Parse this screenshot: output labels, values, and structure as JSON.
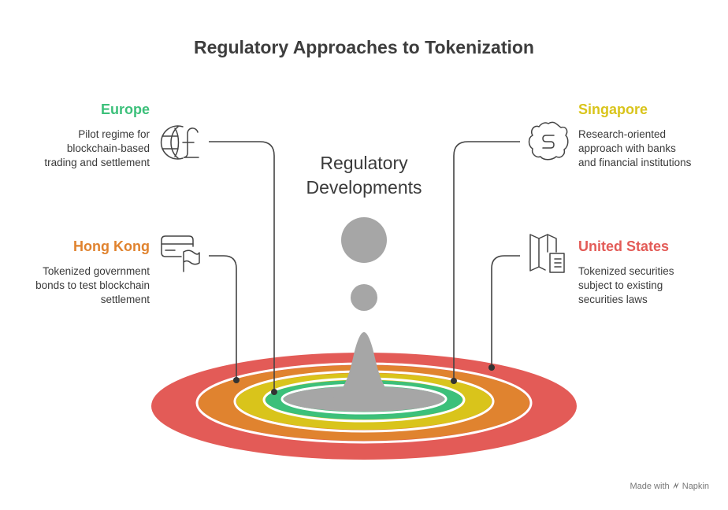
{
  "title": "Regulatory Approaches to Tokenization",
  "center": {
    "line1": "Regulatory",
    "line2": "Developments"
  },
  "regions": {
    "europe": {
      "name": "Europe",
      "color": "#3cc07a",
      "desc": [
        "Pilot regime for",
        "blockchain-based",
        "trading and settlement"
      ],
      "icon": "globe-pound-icon"
    },
    "hongkong": {
      "name": "Hong Kong",
      "color": "#e0832f",
      "desc": [
        "Tokenized government",
        "bonds to test blockchain",
        "settlement"
      ],
      "icon": "card-flag-icon"
    },
    "singapore": {
      "name": "Singapore",
      "color": "#d9c41b",
      "desc": [
        "Research-oriented",
        "approach with banks",
        "and financial institutions"
      ],
      "icon": "dollar-badge-icon"
    },
    "us": {
      "name": "United States",
      "color": "#e35b57",
      "desc": [
        "Tokenized securities",
        "subject to existing",
        "securities laws"
      ],
      "icon": "map-document-icon"
    }
  },
  "footer": {
    "made_with": "Made with",
    "brand": "Napkin"
  }
}
